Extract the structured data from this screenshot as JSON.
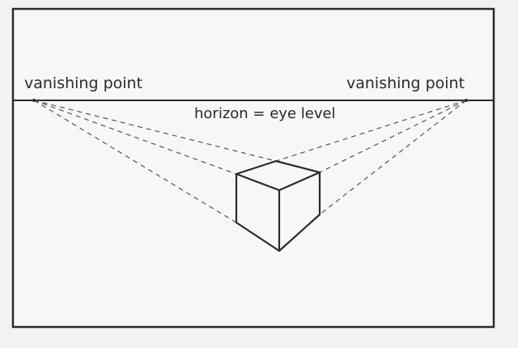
{
  "labels": {
    "left_vp": "vanishing point",
    "right_vp": "vanishing point",
    "horizon": "horizon = eye level"
  },
  "colors": {
    "line": "#2a2a2a",
    "background": "#f2f2f2"
  }
}
